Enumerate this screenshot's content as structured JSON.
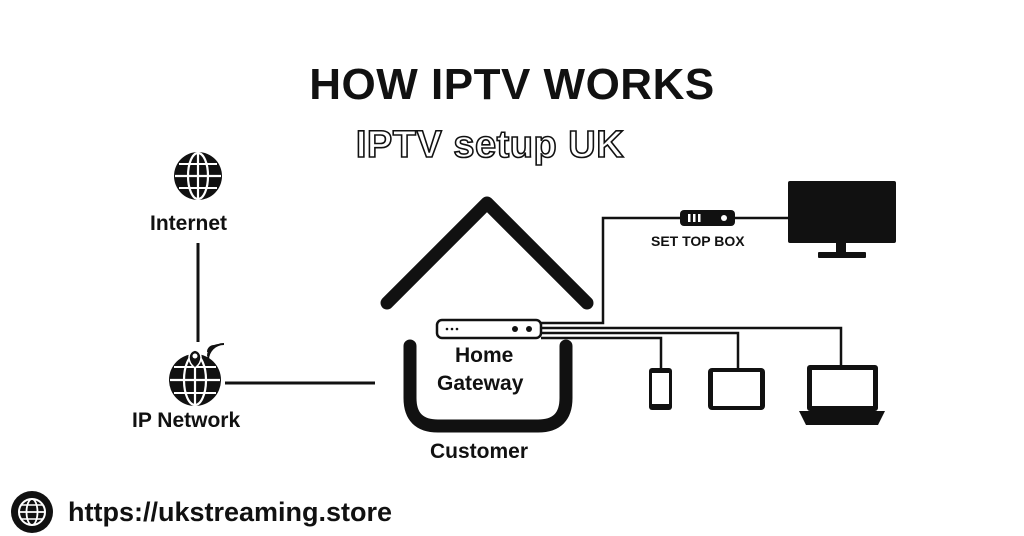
{
  "title": "HOW IPTV WORKS",
  "subtitle": "IPTV setup UK",
  "nodes": {
    "internet": "Internet",
    "ip_network": "IP Network",
    "home_gateway_line1": "Home",
    "home_gateway_line2": "Gateway",
    "customer": "Customer",
    "set_top_box": "SET TOP BOX"
  },
  "footer": {
    "url": "https://ukstreaming.store",
    "icon": "globe-icon"
  },
  "icons": [
    "globe-icon",
    "network-globe-icon",
    "wifi-icon",
    "house-roof-icon",
    "router-icon",
    "set-top-box-icon",
    "tv-icon",
    "phone-icon",
    "tablet-icon",
    "laptop-icon"
  ],
  "colors": {
    "ink": "#111111",
    "background": "#ffffff"
  }
}
